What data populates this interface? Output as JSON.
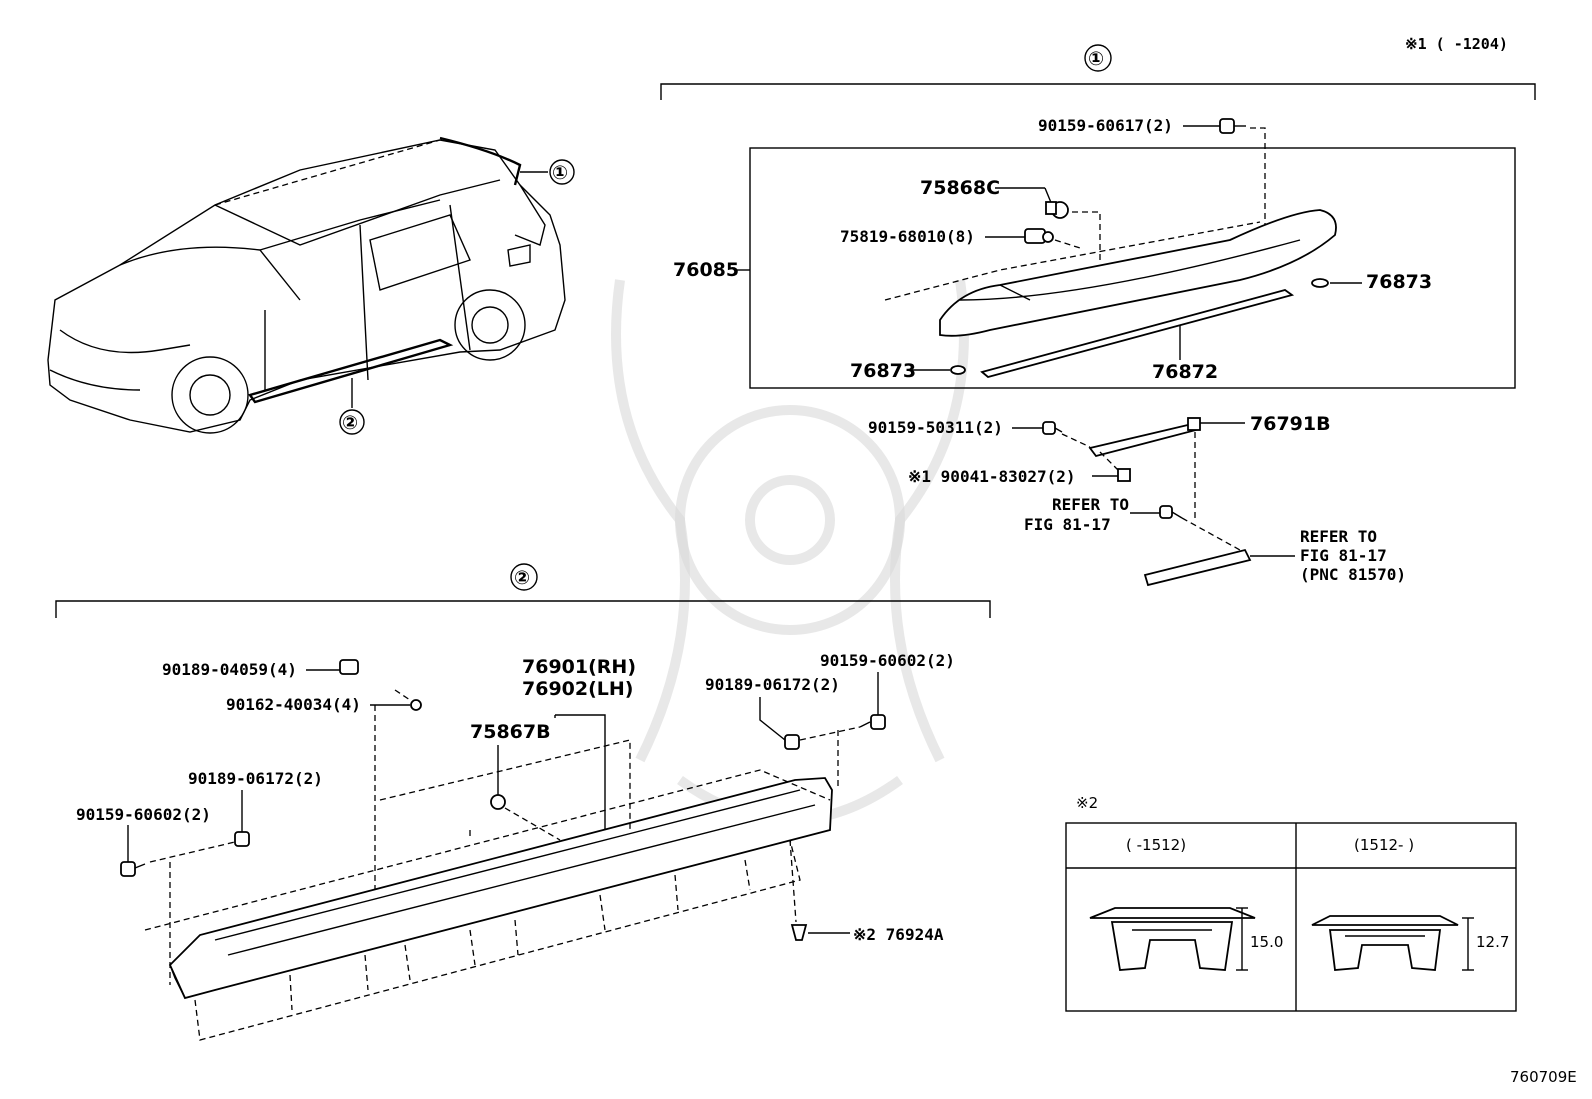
{
  "header": {
    "note1": "※1 (    -1204)",
    "figure_code": "760709E"
  },
  "circles": {
    "one": "①",
    "two": "②"
  },
  "spoiler_group": {
    "circle": "①",
    "parts": {
      "p90159_60617": "90159-60617(2)",
      "p75868C": "75868C",
      "p75819_68010": "75819-68010(8)",
      "p76085": "76085",
      "p76873_right": "76873",
      "p76873_left": "76873",
      "p76872": "76872",
      "p90159_50311": "90159-50311(2)",
      "p76791B": "76791B",
      "p90041_83027": "※1 90041-83027(2)"
    },
    "refer1_line1": "REFER TO",
    "refer1_line2": "FIG 81-17",
    "refer2_line1": "REFER TO",
    "refer2_line2": "FIG 81-17",
    "refer2_line3": "(PNC 81570)"
  },
  "side_group": {
    "circle": "②",
    "parts": {
      "p90189_04059": "90189-04059(4)",
      "p90162_40034": "90162-40034(4)",
      "p76901": "76901(RH)",
      "p76902": "76902(LH)",
      "p75867B": "75867B",
      "p90189_06172_right": "90189-06172(2)",
      "p90159_60602_right": "90159-60602(2)",
      "p90189_06172_left": "90189-06172(2)",
      "p90159_60602_left": "90159-60602(2)",
      "p76924A": "※2 76924A"
    }
  },
  "clip_table": {
    "title": "※2",
    "col1_header": "(     -1512)",
    "col2_header": "(1512-     )",
    "col1_dim": "15.0",
    "col2_dim": "12.7"
  },
  "car_callouts": {
    "spoiler": "①",
    "side": "②"
  }
}
